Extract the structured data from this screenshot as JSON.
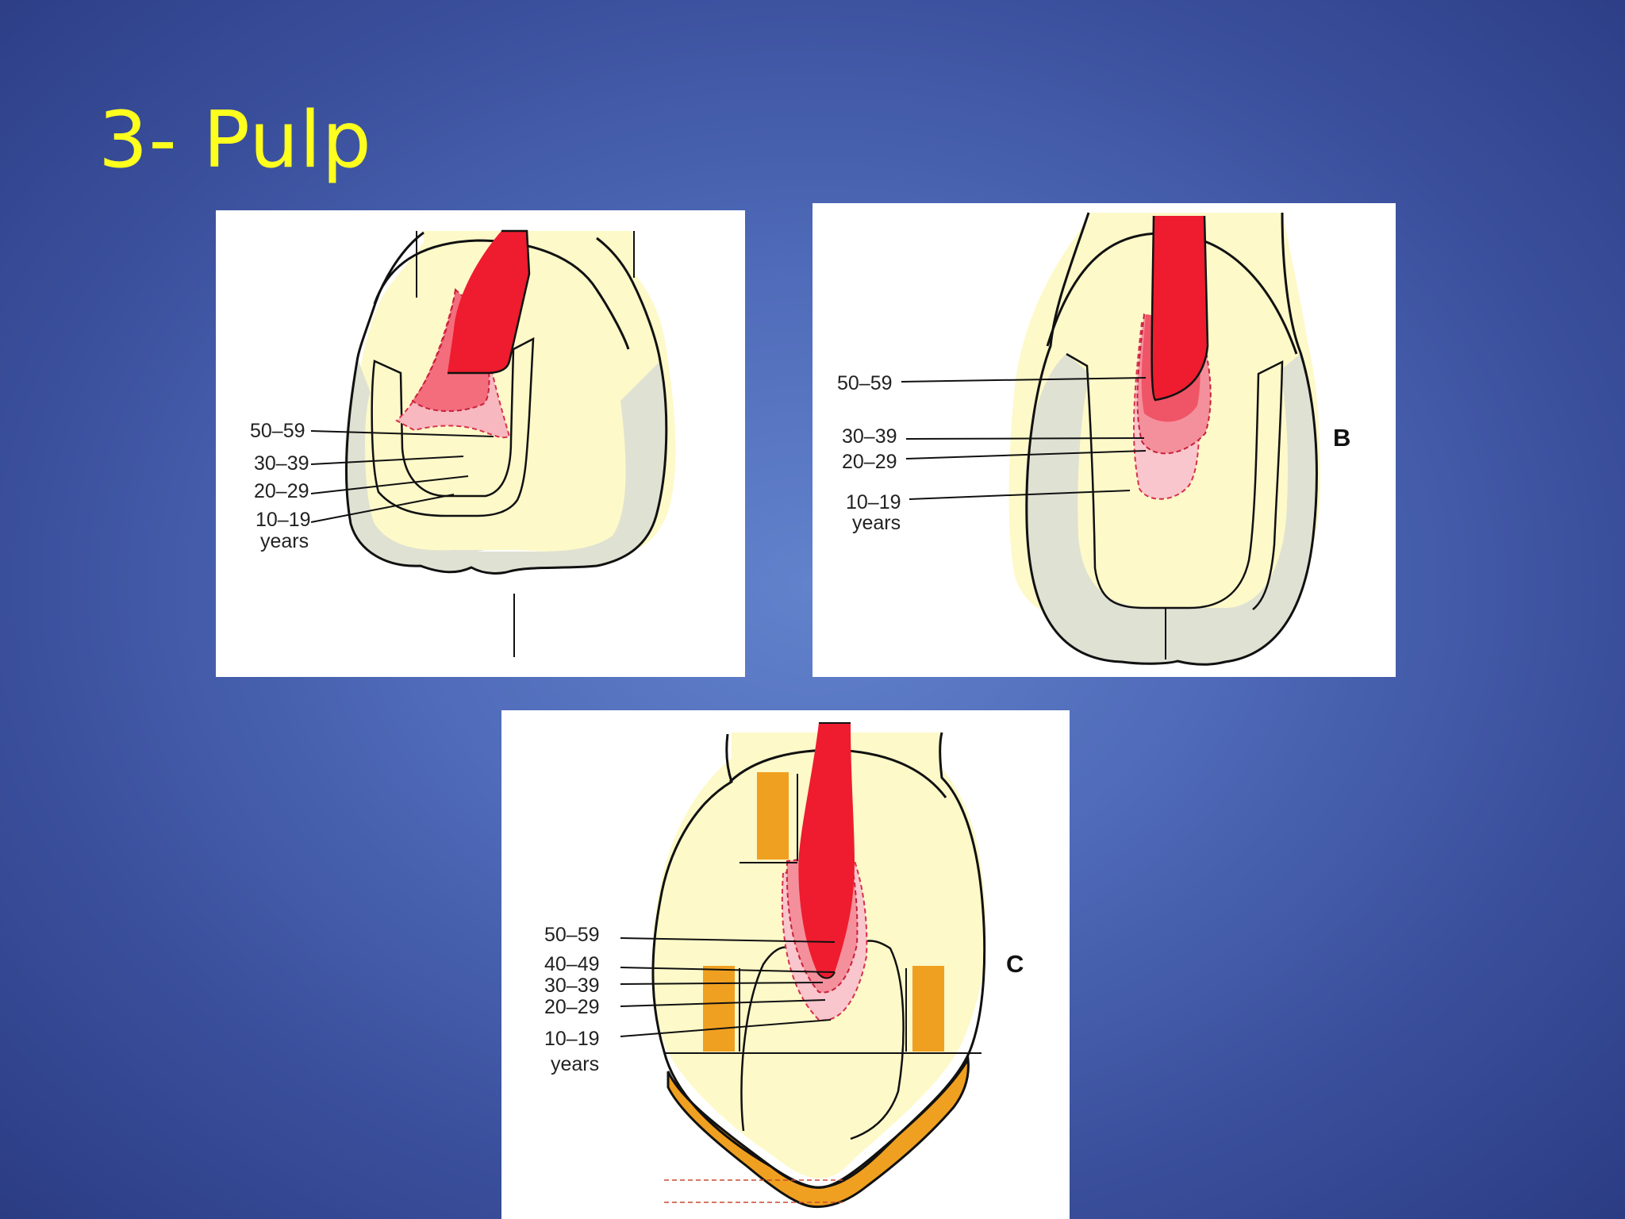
{
  "slide": {
    "title": "3- Pulp",
    "colors": {
      "title": "#ffff1e",
      "background": "#4f6bb9",
      "dentin": "#fdf9c9",
      "enamel": "#dfe1d3",
      "pulp": "#ee1c2e",
      "pulp_recession": "#f7a0ab",
      "secondary_dentin": "#f0a020"
    }
  },
  "figures": [
    {
      "id": "A",
      "letter": "",
      "age_labels": [
        "50–59",
        "30–39",
        "20–29",
        "10–19"
      ],
      "units": "years"
    },
    {
      "id": "B",
      "letter": "B",
      "age_labels": [
        "50–59",
        "30–39",
        "20–29",
        "10–19"
      ],
      "units": "years"
    },
    {
      "id": "C",
      "letter": "C",
      "age_labels": [
        "50–59",
        "40–49",
        "30–39",
        "20–29",
        "10–19"
      ],
      "units": "years"
    }
  ]
}
